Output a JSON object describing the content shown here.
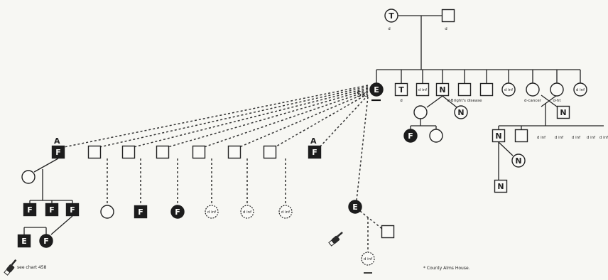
{
  "annotations": {
    "sx": "Sx.",
    "see_chart": "see chart 458",
    "footnote": "* County Alms House."
  },
  "nodes": {
    "gf": {
      "shape": "circle",
      "fill": "white",
      "label": "T",
      "note": "d"
    },
    "gm": {
      "shape": "square",
      "fill": "white",
      "label": "",
      "note": "d"
    },
    "p": {
      "shape": "circle",
      "fill": "dark",
      "label": "E",
      "note": ""
    },
    "s2": {
      "shape": "square",
      "fill": "white",
      "label": "T",
      "note": "d"
    },
    "s3": {
      "shape": "square",
      "fill": "white",
      "label": "",
      "note": "d inf"
    },
    "s4": {
      "shape": "square",
      "fill": "white",
      "label": "N",
      "note": ""
    },
    "s5": {
      "shape": "square",
      "fill": "white",
      "label": "",
      "note": "d-Bright's disease"
    },
    "s6": {
      "shape": "square",
      "fill": "white",
      "label": "",
      "note": ""
    },
    "s7": {
      "shape": "circle",
      "fill": "white",
      "label": "",
      "note": "d inf"
    },
    "s8": {
      "shape": "circle",
      "fill": "white",
      "label": "",
      "note": "d-cancer"
    },
    "s9": {
      "shape": "circle",
      "fill": "white",
      "label": "",
      "note": "d-ht"
    },
    "s10": {
      "shape": "circle",
      "fill": "white",
      "label": "",
      "note": "d inf"
    },
    "ns4w": {
      "shape": "circle",
      "fill": "white",
      "label": "",
      "note": ""
    },
    "ns4h": {
      "shape": "circle",
      "fill": "white",
      "label": "N",
      "note": ""
    },
    "nc1": {
      "shape": "circle",
      "fill": "dark",
      "label": "F",
      "note": ""
    },
    "nc2": {
      "shape": "circle",
      "fill": "white",
      "label": "",
      "note": ""
    },
    "ns9h": {
      "shape": "square",
      "fill": "white",
      "label": "N",
      "note": ""
    },
    "gc1": {
      "shape": "square",
      "fill": "white",
      "label": "N",
      "note": ""
    },
    "gc2": {
      "shape": "square",
      "fill": "white",
      "label": "",
      "note": ""
    },
    "gc3": {
      "shape": "text",
      "fill": "none",
      "label": "",
      "note": "d inf"
    },
    "gc4": {
      "shape": "text",
      "fill": "none",
      "label": "",
      "note": "d inf"
    },
    "gc5": {
      "shape": "text",
      "fill": "none",
      "label": "",
      "note": "d inf"
    },
    "gc6": {
      "shape": "text",
      "fill": "none",
      "label": "",
      "note": "d inf"
    },
    "gc7": {
      "shape": "text",
      "fill": "none",
      "label": "",
      "note": "d inf"
    },
    "gc1w": {
      "shape": "circle",
      "fill": "white",
      "label": "N",
      "note": ""
    },
    "ggc": {
      "shape": "square",
      "fill": "white",
      "label": "N",
      "note": ""
    },
    "m1": {
      "shape": "square",
      "fill": "dark",
      "label": "F",
      "note": "",
      "above": "A"
    },
    "m1w": {
      "shape": "circle",
      "fill": "white",
      "label": "",
      "note": ""
    },
    "m1c1": {
      "shape": "square",
      "fill": "dark",
      "label": "F",
      "note": ""
    },
    "m1c2": {
      "shape": "square",
      "fill": "dark",
      "label": "F",
      "note": ""
    },
    "m1c3": {
      "shape": "square",
      "fill": "dark",
      "label": "F",
      "note": ""
    },
    "m1g1": {
      "shape": "square",
      "fill": "dark",
      "label": "E",
      "note": ""
    },
    "m1g2": {
      "shape": "circle",
      "fill": "dark",
      "label": "F",
      "note": ""
    },
    "m2": {
      "shape": "square",
      "fill": "white",
      "label": "",
      "note": ""
    },
    "m3": {
      "shape": "square",
      "fill": "white",
      "label": "",
      "note": ""
    },
    "m4": {
      "shape": "square",
      "fill": "white",
      "label": "",
      "note": ""
    },
    "m5": {
      "shape": "square",
      "fill": "white",
      "label": "",
      "note": ""
    },
    "m6": {
      "shape": "square",
      "fill": "white",
      "label": "",
      "note": ""
    },
    "m7": {
      "shape": "square",
      "fill": "white",
      "label": "",
      "note": ""
    },
    "m8": {
      "shape": "square",
      "fill": "dark",
      "label": "F",
      "note": "",
      "above": "A"
    },
    "m2c": {
      "shape": "circle",
      "fill": "white",
      "label": "",
      "note": ""
    },
    "m3c": {
      "shape": "square",
      "fill": "dark",
      "label": "F",
      "note": ""
    },
    "m4c": {
      "shape": "circle",
      "fill": "dark",
      "label": "F",
      "note": ""
    },
    "m5c": {
      "shape": "circle",
      "fill": "dotted",
      "label": "",
      "note": "d inf"
    },
    "m6c": {
      "shape": "circle",
      "fill": "dotted",
      "label": "",
      "note": "d inf"
    },
    "m7c": {
      "shape": "circle",
      "fill": "dotted",
      "label": "",
      "note": "d inf"
    },
    "e2": {
      "shape": "circle",
      "fill": "dark",
      "label": "E",
      "note": ""
    },
    "e2p": {
      "shape": "square",
      "fill": "white",
      "label": "",
      "note": ""
    },
    "e2c": {
      "shape": "circle",
      "fill": "dotted",
      "label": "",
      "note": "d inf"
    }
  }
}
